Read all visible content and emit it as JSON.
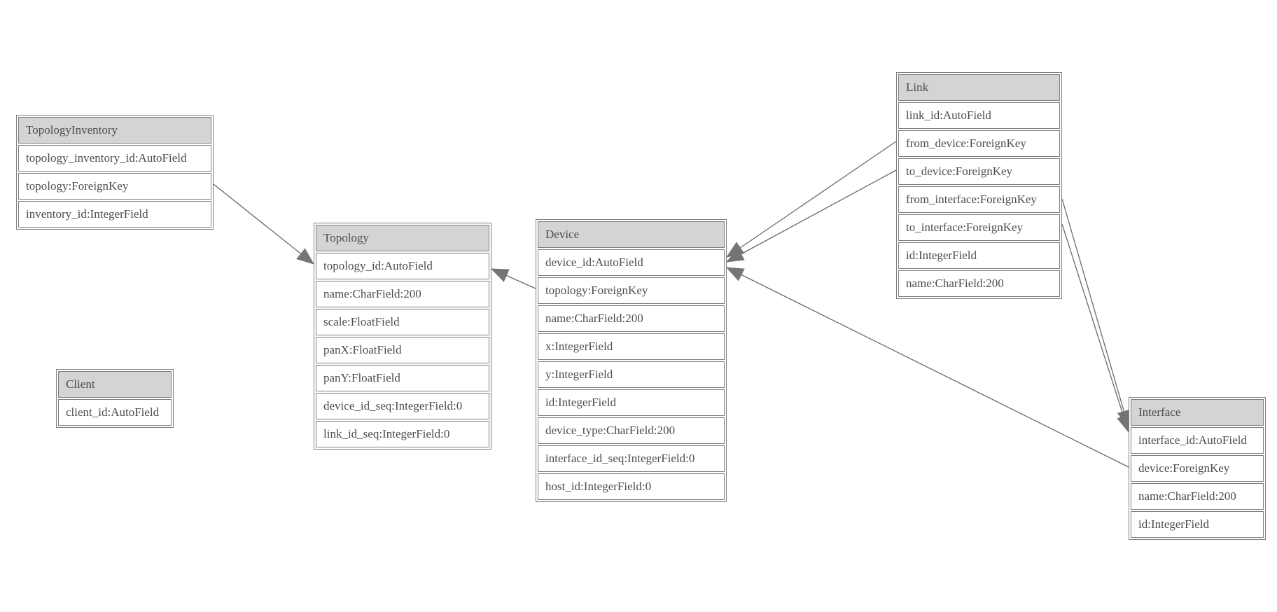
{
  "diagram": {
    "type": "entity-relationship-model-diagram",
    "colors": {
      "background": "#ffffff",
      "header_fill": "#d4d4d4",
      "cell_border": "#7f7f7f",
      "text": "#4d4d4d",
      "edge_line": "#6a6a6a",
      "arrowhead_fill": "#757575"
    },
    "tables": [
      {
        "name": "TopologyInventory",
        "fields": [
          "topology_inventory_id:AutoField",
          "topology:ForeignKey",
          "inventory_id:IntegerField"
        ]
      },
      {
        "name": "Topology",
        "fields": [
          "topology_id:AutoField",
          "name:CharField:200",
          "scale:FloatField",
          "panX:FloatField",
          "panY:FloatField",
          "device_id_seq:IntegerField:0",
          "link_id_seq:IntegerField:0"
        ]
      },
      {
        "name": "Client",
        "fields": [
          "client_id:AutoField"
        ]
      },
      {
        "name": "Device",
        "fields": [
          "device_id:AutoField",
          "topology:ForeignKey",
          "name:CharField:200",
          "x:IntegerField",
          "y:IntegerField",
          "id:IntegerField",
          "device_type:CharField:200",
          "interface_id_seq:IntegerField:0",
          "host_id:IntegerField:0"
        ]
      },
      {
        "name": "Link",
        "fields": [
          "link_id:AutoField",
          "from_device:ForeignKey",
          "to_device:ForeignKey",
          "from_interface:ForeignKey",
          "to_interface:ForeignKey",
          "id:IntegerField",
          "name:CharField:200"
        ]
      },
      {
        "name": "Interface",
        "fields": [
          "interface_id:AutoField",
          "device:ForeignKey",
          "name:CharField:200",
          "id:IntegerField"
        ]
      }
    ],
    "relationships": [
      {
        "from": "TopologyInventory.topology",
        "to": "Topology.topology_id"
      },
      {
        "from": "Device.topology",
        "to": "Topology.topology_id"
      },
      {
        "from": "Link.from_device",
        "to": "Device.device_id"
      },
      {
        "from": "Link.to_device",
        "to": "Device.device_id"
      },
      {
        "from": "Interface.device",
        "to": "Device.device_id"
      },
      {
        "from": "Link.from_interface",
        "to": "Interface.interface_id"
      },
      {
        "from": "Link.to_interface",
        "to": "Interface.interface_id"
      }
    ]
  }
}
